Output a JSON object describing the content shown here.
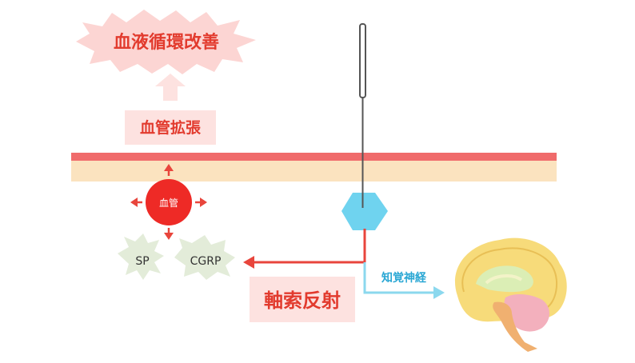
{
  "result": {
    "label": "血液循環改善"
  },
  "vasodilation": {
    "label": "血管拡張"
  },
  "vessel": {
    "label": "血管"
  },
  "neuropeptides": [
    {
      "label": "SP"
    },
    {
      "label": "CGRP"
    }
  ],
  "axon_reflex": {
    "label": "軸索反射"
  },
  "sensory_nerve": {
    "label": "知覚神経"
  },
  "colors": {
    "skin_surface": "#f06b6b",
    "skin_layer": "#fbe3bf",
    "vessel": "#ee2a26",
    "arrow_red": "#e8453c",
    "label_bg": "#fde2e0",
    "burst_bg": "#fcd5d3",
    "text_red": "#e23b2e",
    "nerve_ending": "#6fd3ef",
    "nerve_blue": "#8bd8ee",
    "text_blue": "#2aa7d4",
    "peptide_bg": "#e3ecd9",
    "needle": "#555555"
  }
}
